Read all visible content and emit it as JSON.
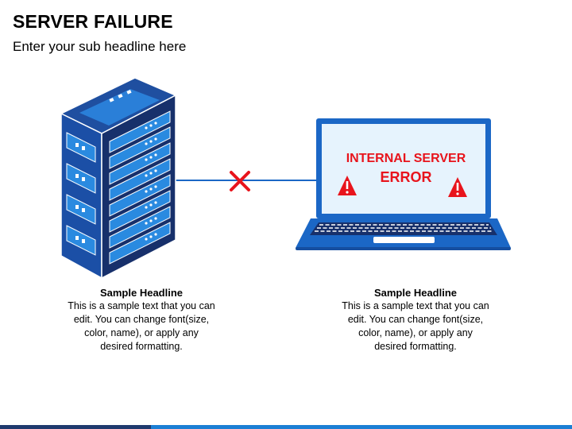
{
  "slide": {
    "title": "SERVER FAILURE",
    "subtitle": "Enter your sub headline here"
  },
  "laptop_screen": {
    "line1": "INTERNAL SERVER",
    "line2": "ERROR"
  },
  "captions": [
    {
      "headline": "Sample Headline",
      "body_lines": [
        "This is a sample text that you can",
        "edit. You can change font(size,",
        "color, name), or apply any",
        "desired formatting."
      ]
    },
    {
      "headline": "Sample Headline",
      "body_lines": [
        "This is a sample text that you can",
        "edit. You can change font(size,",
        "color, name), or apply any",
        "desired formatting."
      ]
    }
  ],
  "icons": [
    "server-icon",
    "laptop-icon",
    "warning-icon",
    "cross-icon"
  ],
  "colors": {
    "server_dark": "#17306b",
    "server_mid": "#1b5fb4",
    "server_light": "#2a8ae0",
    "laptop_frame": "#1b67c6",
    "screen_bg": "#e6f3fd",
    "error_red": "#e8141c",
    "connector": "#1b67c6"
  }
}
